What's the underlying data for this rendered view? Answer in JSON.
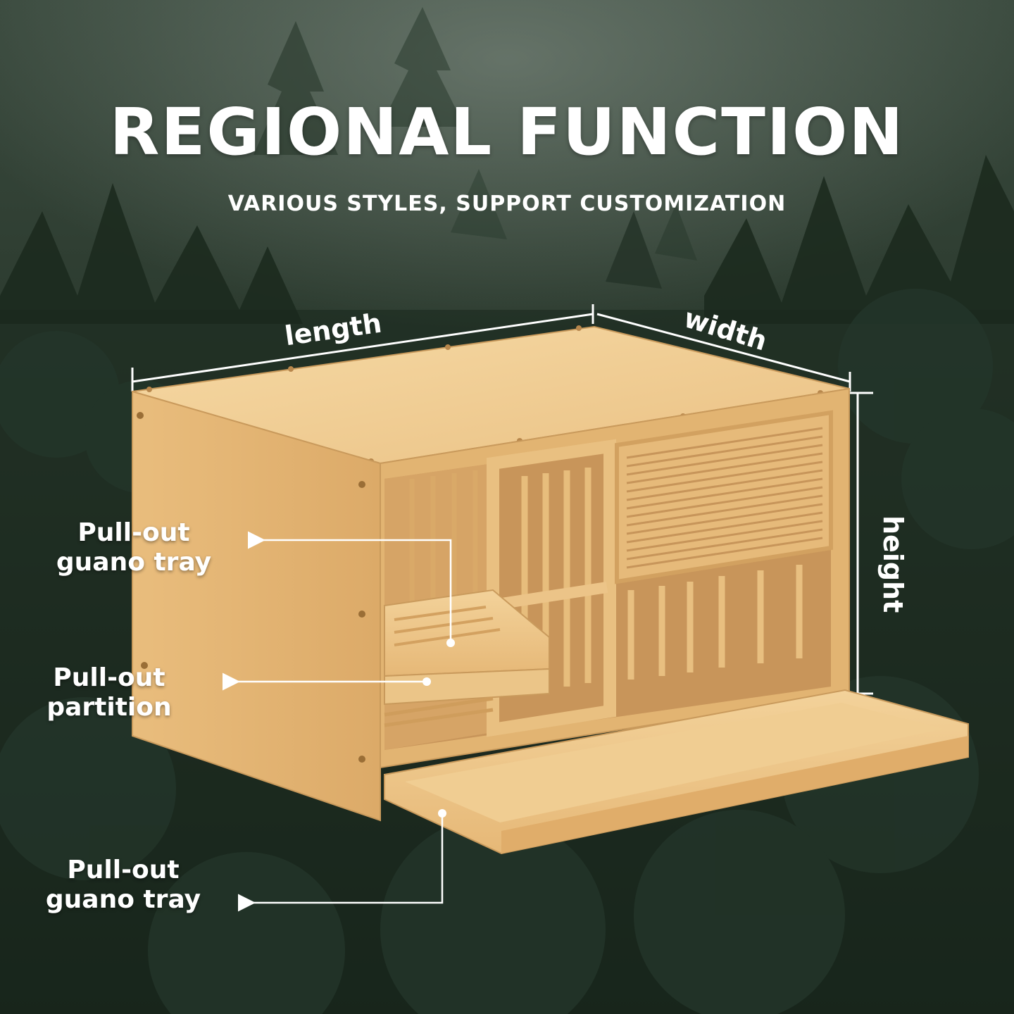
{
  "header": {
    "title": "REGIONAL FUNCTION",
    "subtitle": "VARIOUS STYLES, SUPPORT CUSTOMIZATION"
  },
  "dimensions": {
    "length": "length",
    "width": "width",
    "height": "height"
  },
  "callouts": {
    "upper_tray": {
      "line1": "Pull-out",
      "line2": "guano tray"
    },
    "partition": {
      "line1": "Pull-out",
      "line2": "partition"
    },
    "lower_tray": {
      "line1": "Pull-out",
      "line2": "guano tray"
    }
  },
  "colors": {
    "background": "#1e2a20",
    "forest_dark": "#16221a",
    "forest_mid": "#2c3d2e",
    "wood_light": "#f2cf95",
    "wood_mid": "#e3b676",
    "wood_dark": "#c99a5c",
    "line": "#ffffff"
  }
}
